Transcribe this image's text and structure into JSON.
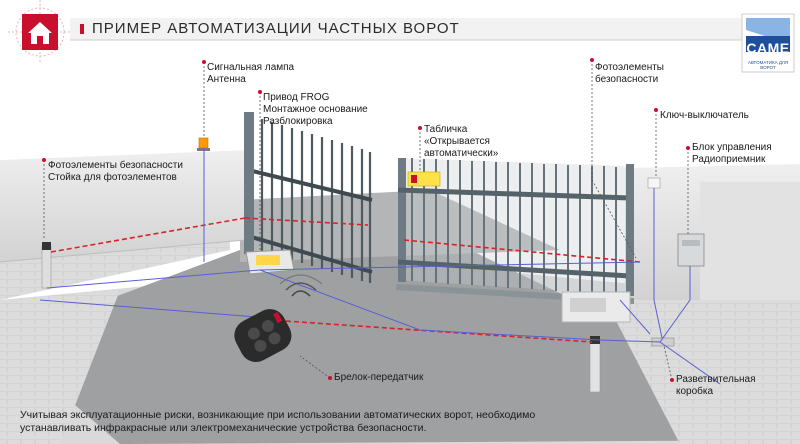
{
  "header": {
    "title": "ПРИМЕР АВТОМАТИЗАЦИИ ЧАСТНЫХ ВОРОТ",
    "home_icon": "house-icon"
  },
  "logo": {
    "brand": "CAME",
    "tagline": "АВТОМАТИКА ДЛЯ ВОРОТ"
  },
  "labels": {
    "lamp": [
      "Сигнальная лампа",
      "Антенна"
    ],
    "drive": [
      "Привод FROG",
      "Монтажное основание",
      "Разблокировка"
    ],
    "photocells_left": [
      "Фотоэлементы безопасности",
      "Стойка для фотоэлементов"
    ],
    "sign": [
      "Табличка",
      "«Открывается",
      "автоматически»"
    ],
    "photocells_right": [
      "Фотоэлементы",
      "безопасности"
    ],
    "key_switch": "Ключ-выключатель",
    "control": [
      "Блок управления",
      "Радиоприемник"
    ],
    "remote": "Брелок-передатчик",
    "junction": [
      "Разветвительная",
      "коробка"
    ]
  },
  "footer": {
    "line1": "Учитывая эксплуатационные  риски, возникающие при использовании автоматических ворот, необходимо",
    "line2": "устанавливать инфракрасные или электромеханические устройства безопасности."
  },
  "colors": {
    "accent_red": "#c8102e",
    "brand_blue": "#1f4f9a",
    "wire_blue": "#5a5fd0",
    "beam_red": "#d8232a",
    "gate_grey": "#6f7b82"
  }
}
